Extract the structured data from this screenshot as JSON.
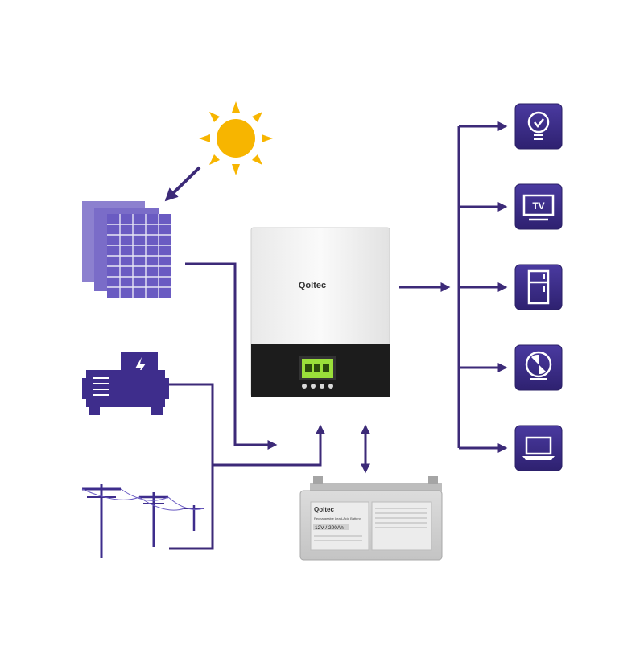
{
  "diagram": {
    "inverter": {
      "brand": "Qoltec"
    },
    "battery": {
      "brand": "Qoltec",
      "rating": "12V / 200Ah",
      "description": "Rechargeable Lead-Acid Battery"
    },
    "sources": [
      {
        "name": "sun-icon"
      },
      {
        "name": "solar-panels-icon"
      },
      {
        "name": "generator-icon"
      },
      {
        "name": "power-grid-icon"
      }
    ],
    "loads": [
      {
        "name": "lightbulb-icon"
      },
      {
        "name": "tv-icon",
        "label": "TV"
      },
      {
        "name": "fridge-icon"
      },
      {
        "name": "fan-icon"
      },
      {
        "name": "laptop-icon"
      }
    ]
  },
  "colors": {
    "line": "#3c2a78",
    "tile": "#3b2c8a",
    "panel": "#6a5bc2",
    "sun": "#f7b500",
    "inverter_body": "#f2f2f2",
    "inverter_base": "#1c1c1c",
    "lcd": "#9adf3a"
  }
}
